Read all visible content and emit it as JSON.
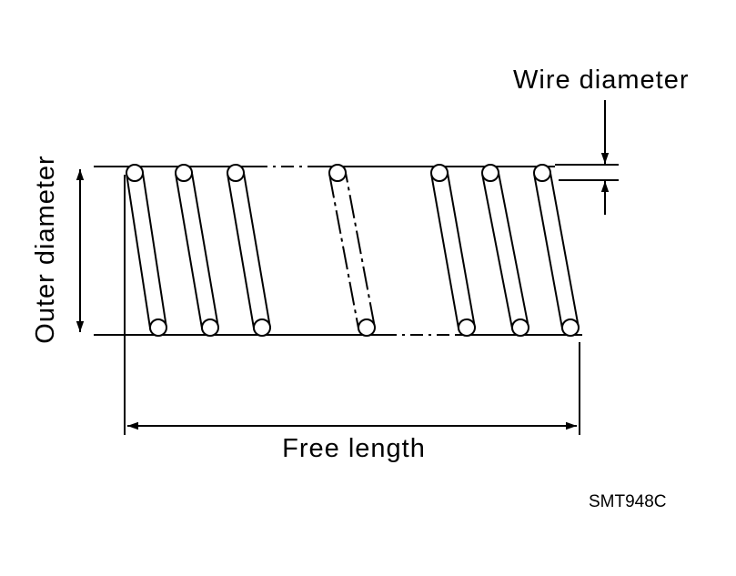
{
  "labels": {
    "wire_diameter": "Wire diameter",
    "outer_diameter": "Outer diameter",
    "free_length": "Free length",
    "figure_code": "SMT948C"
  },
  "colors": {
    "line": "#000000",
    "background": "#ffffff"
  }
}
